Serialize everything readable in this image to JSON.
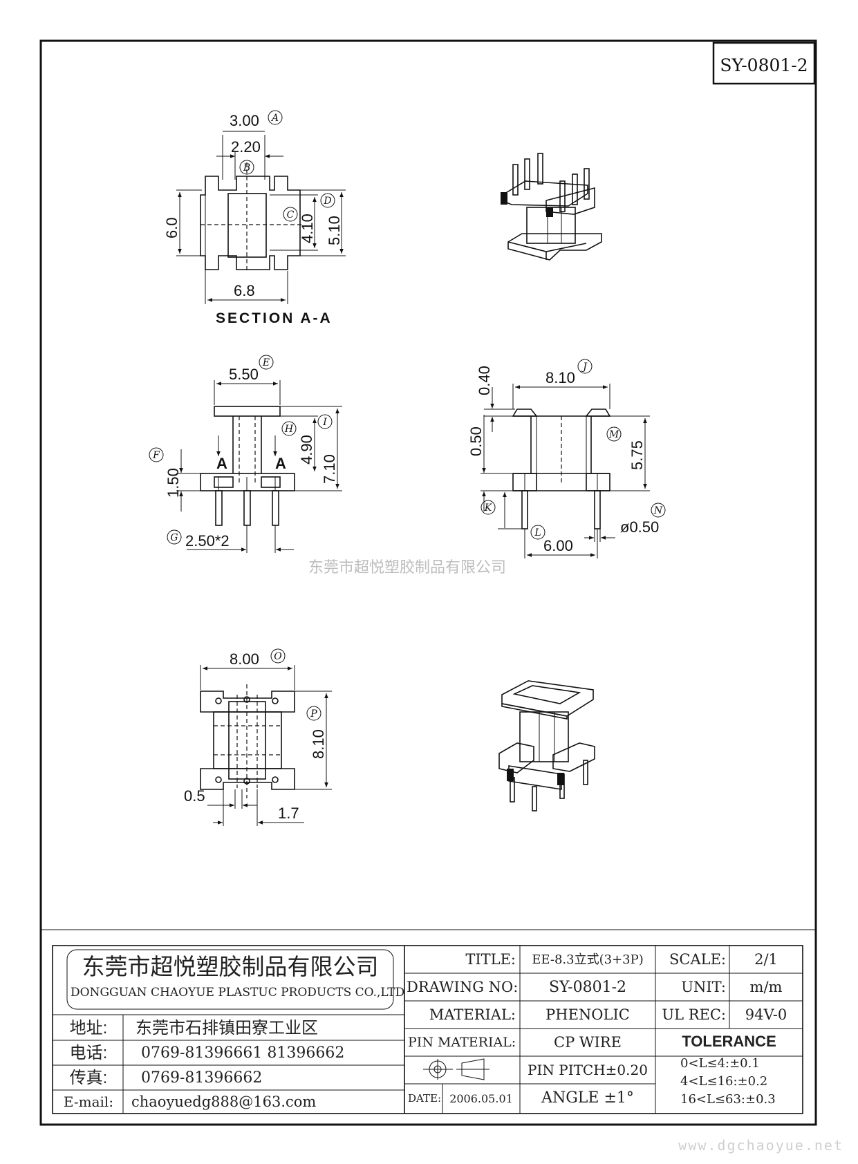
{
  "drawing_id": "SY-0801-2",
  "watermark": "东莞市超悦塑胶制品有限公司",
  "website": "www.dgchaoyue.net",
  "section_view": {
    "dims": {
      "a": "3.00",
      "b": "2.20",
      "c": "6.0",
      "d": "4.10",
      "e": "5.10",
      "f": "6.8"
    },
    "markers": {
      "a": "A",
      "b": "B",
      "c": "C",
      "d": "D"
    },
    "caption": "SECTION A-A"
  },
  "front_view": {
    "dims": {
      "width": "5.50",
      "h1": "4.90",
      "h2": "7.10",
      "base": "1.50",
      "pitch": "2.50*2"
    },
    "markers": {
      "e": "E",
      "f": "F",
      "g": "G",
      "h": "H",
      "i": "I"
    },
    "section_labels": {
      "left": "A",
      "right": "A"
    }
  },
  "side_view": {
    "dims": {
      "top": "0.40",
      "width": "8.10",
      "mid": "0.50",
      "height": "5.75",
      "span": "6.00",
      "pin_dia": "ø0.50"
    },
    "markers": {
      "j": "J",
      "k": "K",
      "l": "L",
      "m": "M",
      "n": "N"
    }
  },
  "bottom_view": {
    "dims": {
      "width": "8.00",
      "height": "8.10",
      "slot": "0.5",
      "pad": "1.7"
    },
    "markers": {
      "o": "O",
      "p": "P"
    }
  },
  "title_block": {
    "company_cn": "东莞市超悦塑胶制品有限公司",
    "company_en": "DONGGUAN CHAOYUE PLASTUC PRODUCTS CO.,LTD",
    "address_label": "地址:",
    "address_value": "东莞市石排镇田寮工业区",
    "phone_label": "电话:",
    "phone_value": "0769-81396661  81396662",
    "fax_label": "传真:",
    "fax_value": "0769-81396662",
    "email_label": "E-mail:",
    "email_value": "chaoyuedg888@163.com",
    "title_label": "TITLE:",
    "title_value": "EE-8.3立式(3+3P)",
    "drawing_no_label": "DRAWING NO:",
    "drawing_no_value": "SY-0801-2",
    "material_label": "MATERIAL:",
    "material_value": "PHENOLIC",
    "pin_material_label": "PIN MATERIAL:",
    "pin_material_value": "CP WIRE",
    "pin_pitch": "PIN PITCH±0.20",
    "angle": "ANGLE  ±1°",
    "date_label": "DATE:",
    "date_value": "2006.05.01",
    "scale_label": "SCALE:",
    "scale_value": "2/1",
    "unit_label": "UNIT:",
    "unit_value": "m/m",
    "ul_label": "UL REC:",
    "ul_value": "94V-0",
    "tolerance_label": "TOLERANCE",
    "tolerances": [
      "0<L≤4:±0.1",
      "4<L≤16:±0.2",
      "16<L≤63:±0.3"
    ]
  }
}
